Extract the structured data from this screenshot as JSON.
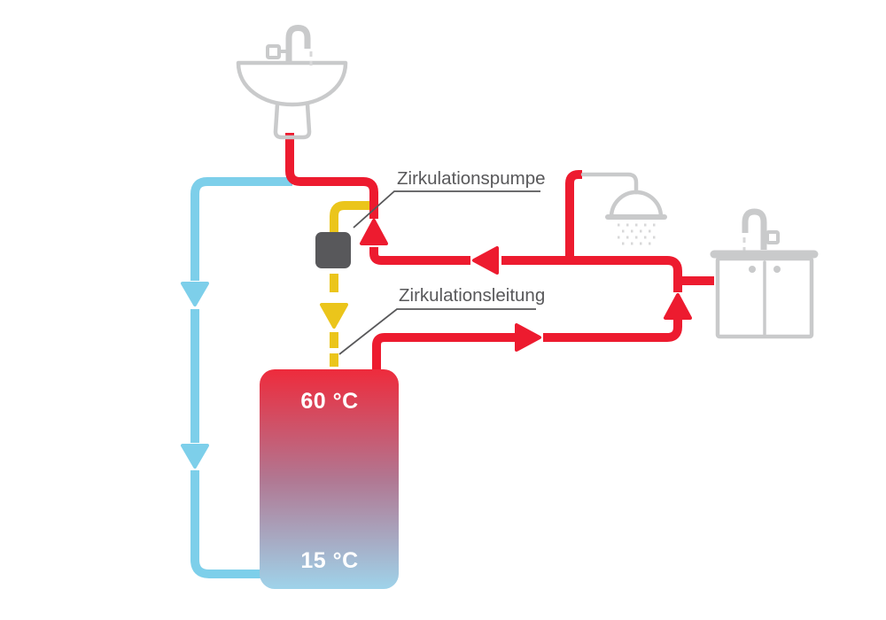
{
  "colors": {
    "hot": "#ED1B2F",
    "cold": "#7DCFEA",
    "circulation": "#EBC51B",
    "pump": "#58585B",
    "icon": "#C9CACB",
    "icon_light": "#D8D8D9",
    "label": "#58585A",
    "tank_top": "#EE2B3C",
    "tank_mid": "#B17792",
    "tank_bottom": "#9FD3EA",
    "background": "#FFFFFF"
  },
  "labels": {
    "circulation_pump": "Zirkulationspumpe",
    "circulation_line": "Zirkulationsleitung"
  },
  "tank": {
    "top_temperature": "60 °C",
    "bottom_temperature": "15 °C"
  },
  "icons": {
    "washbasin": "washbasin-icon",
    "shower": "shower-icon",
    "kitchen_sink": "kitchen-sink-icon",
    "pump": "circulation-pump-icon"
  }
}
